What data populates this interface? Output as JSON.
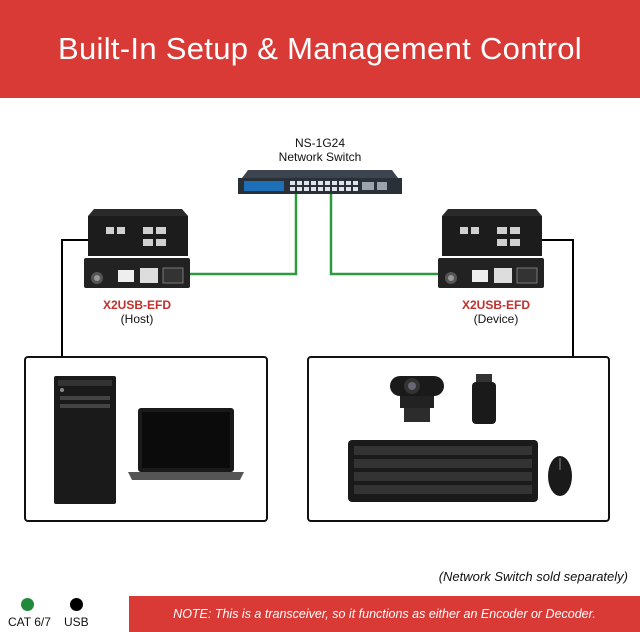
{
  "header": {
    "title": "Built-In Setup & Management Control"
  },
  "switch": {
    "model": "NS-1G24",
    "type": "Network Switch"
  },
  "host_unit": {
    "model": "X2USB-EFD",
    "role": "(Host)"
  },
  "device_unit": {
    "model": "X2USB-EFD",
    "role": "(Device)"
  },
  "footnote": "(Network Switch sold separately)",
  "note": "NOTE: This is a transceiver, so it functions as either an Encoder or Decoder.",
  "legend": [
    {
      "label": "CAT 6/7",
      "color": "#1e8a3a"
    },
    {
      "label": "USB",
      "color": "#000000"
    }
  ],
  "colors": {
    "banner": "#d93a36",
    "cat_line": "#2e9a3e",
    "usb_line": "#000000",
    "model_text": "#c0302c"
  }
}
